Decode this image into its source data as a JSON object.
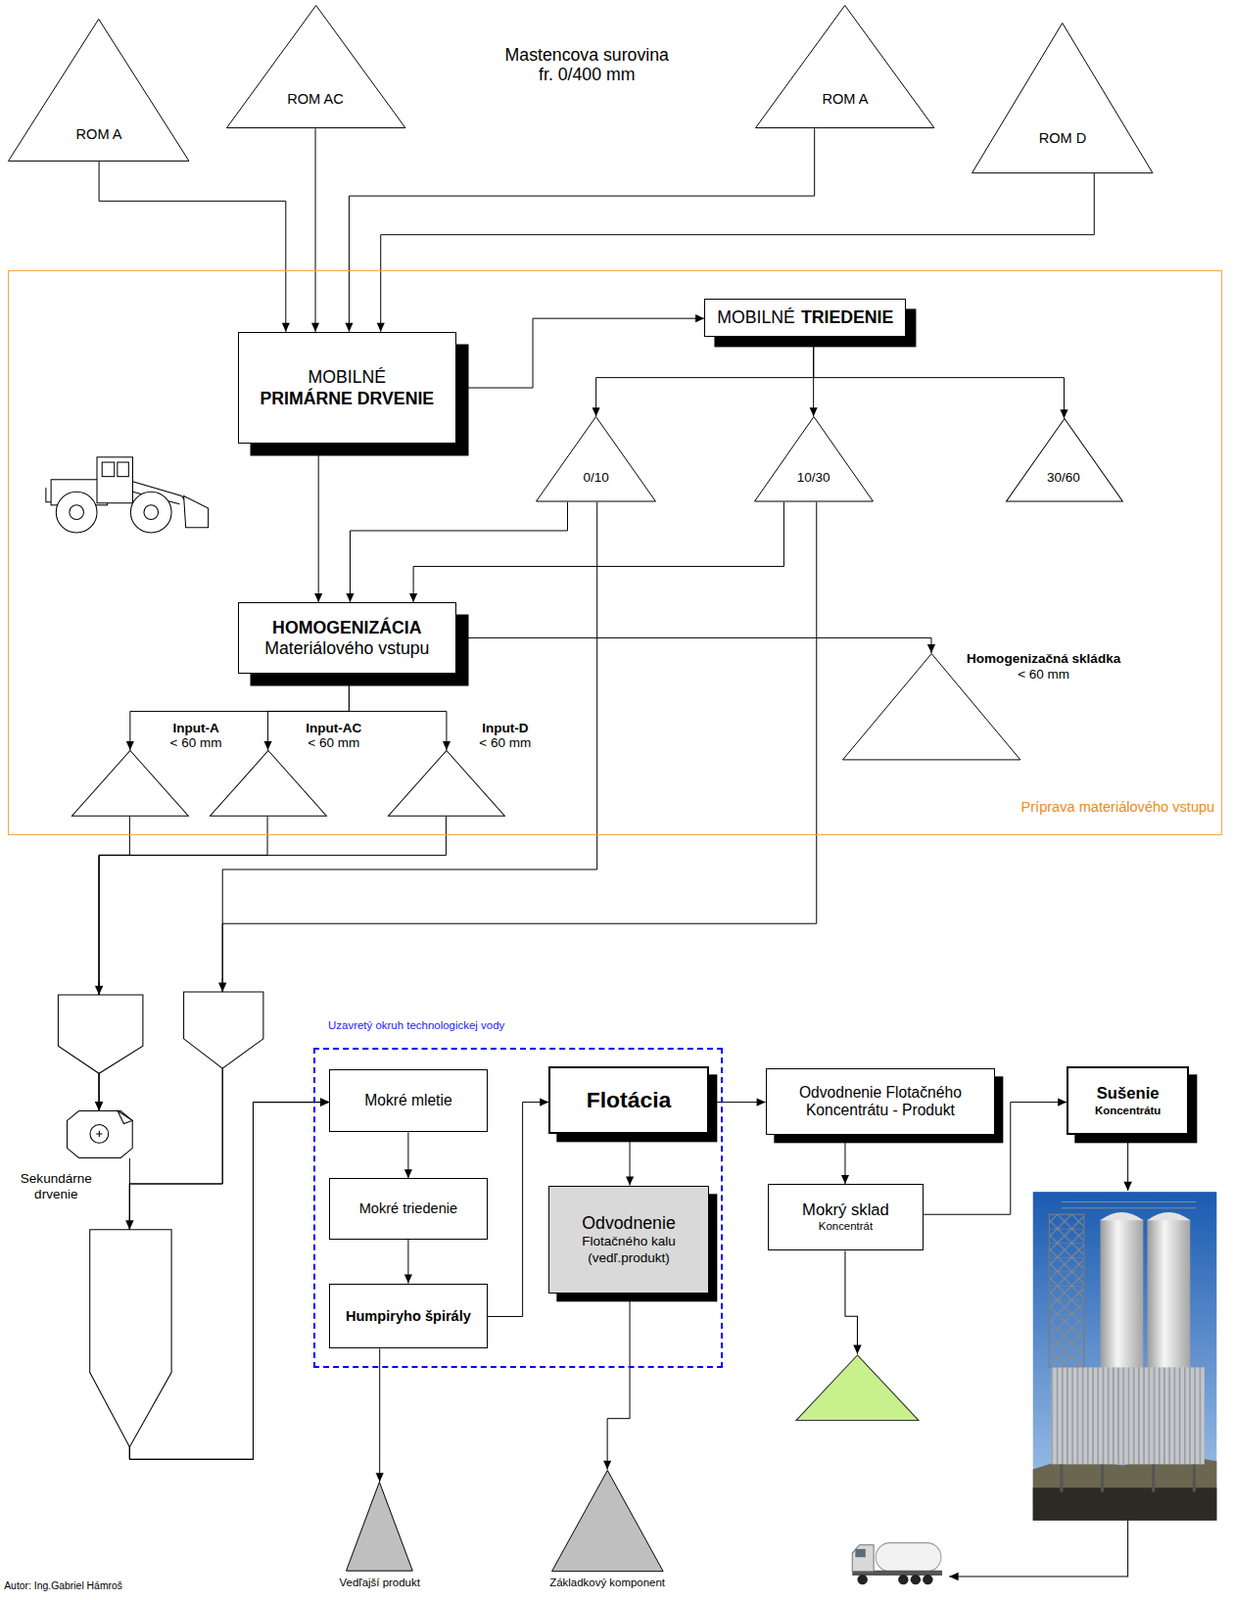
{
  "diagram": {
    "nodes": [
      {
        "text": [
          "ROM A"
        ]
      },
      {
        "text": [
          "ROM AC"
        ]
      },
      {
        "text": [
          "ROM A"
        ]
      },
      {
        "text": [
          "ROM D"
        ]
      },
      {
        "text": [
          "Príprava materiálového vstupu"
        ]
      },
      {
        "text": [
          "MOBILNÉ",
          "PRIMÁRNE DRVENIE"
        ],
        "in": 4
      },
      {
        "text": [
          "MOBILNÉ",
          "TRIEDENIE"
        ],
        "in": 4
      },
      {
        "text": [
          "0/10"
        ],
        "in": 4
      },
      {
        "text": [
          "10/30"
        ],
        "in": 4
      },
      {
        "text": [
          "30/60"
        ],
        "in": 4
      },
      {
        "text": [
          "HOMOGENIZÁCIA",
          "Materiálového vstupu"
        ],
        "in": 4
      },
      {
        "text": [
          "Homogenizačná skládka",
          "< 60 mm"
        ],
        "in": 4
      },
      {
        "text": [
          "Input-A",
          "< 60 mm"
        ],
        "in": 4
      },
      {
        "text": [
          "Input-AC",
          "< 60 mm"
        ],
        "in": 4
      },
      {
        "text": [
          "Input-D",
          "< 60 mm"
        ],
        "in": 4
      },
      {
        "text": [
          "Sekundárne drvenie"
        ]
      },
      {
        "text": [
          "Uzavretý okruh technologickej vody"
        ]
      },
      {
        "text": [
          "Mokré mletie"
        ],
        "in": 16
      },
      {
        "text": [
          "Mokré triedenie"
        ],
        "in": 16
      },
      {
        "text": [
          "Humpiryho špirály"
        ],
        "in": 16
      },
      {
        "text": [
          "Flotácia"
        ],
        "in": 16
      },
      {
        "text": [
          "Odvodnenie",
          "Flotačného kalu",
          "(vedľ.produkt)"
        ],
        "in": 16
      },
      {
        "text": [
          "Odvodnenie Flotačného Koncentrátu - Produkt"
        ]
      },
      {
        "text": [
          "Mokrý sklad",
          "Koncentrát"
        ]
      },
      {
        "text": [
          "Sušenie",
          "Koncentrátu"
        ]
      },
      {
        "text": [
          "Vedľajší produkt"
        ]
      },
      {
        "text": [
          "Základkový komponent"
        ]
      }
    ],
    "edges": [
      {
        "from": 0,
        "to": 5,
        "arrow": "to"
      },
      {
        "from": 1,
        "to": 5,
        "arrow": "to"
      },
      {
        "from": 2,
        "to": 5,
        "arrow": "to"
      },
      {
        "from": 3,
        "to": 5,
        "arrow": "to"
      },
      {
        "from": 5,
        "to": 6,
        "arrow": "to"
      },
      {
        "from": 6,
        "to": 7,
        "arrow": "to"
      },
      {
        "from": 6,
        "to": 8,
        "arrow": "to"
      },
      {
        "from": 6,
        "to": 9,
        "arrow": "to"
      },
      {
        "from": 5,
        "to": 10,
        "arrow": "to"
      },
      {
        "from": 7,
        "to": 10,
        "arrow": "to"
      },
      {
        "from": 8,
        "to": 10,
        "arrow": "to"
      },
      {
        "from": 10,
        "to": 11,
        "arrow": "to"
      },
      {
        "from": 10,
        "to": 12,
        "arrow": "to"
      },
      {
        "from": 10,
        "to": 13,
        "arrow": "to"
      },
      {
        "from": 10,
        "to": 14,
        "arrow": "to"
      },
      {
        "from": 12,
        "to": 15,
        "arrow": "to"
      },
      {
        "from": 13,
        "to": 15,
        "arrow": "to"
      },
      {
        "from": 14,
        "to": 15,
        "arrow": "to"
      },
      {
        "from": 15,
        "to": 17,
        "arrow": "to"
      },
      {
        "from": 7,
        "to": 17,
        "arrow": "to"
      },
      {
        "from": 8,
        "to": 17,
        "arrow": "to"
      },
      {
        "from": 17,
        "to": 18,
        "arrow": "to"
      },
      {
        "from": 18,
        "to": 19,
        "arrow": "to"
      },
      {
        "from": 19,
        "to": 20,
        "arrow": "to"
      },
      {
        "from": 20,
        "to": 21,
        "arrow": "to"
      },
      {
        "from": 19,
        "to": 25,
        "arrow": "to"
      },
      {
        "from": 21,
        "to": 26,
        "arrow": "to"
      },
      {
        "from": 20,
        "to": 22,
        "arrow": "to"
      },
      {
        "from": 22,
        "to": 23,
        "arrow": "to"
      },
      {
        "from": 23,
        "to": 24,
        "arrow": "to"
      }
    ],
    "labels": [
      "Mastencova surovina fr. 0/400 mm",
      "Autor: Ing.Gabriel Hámroš"
    ]
  }
}
